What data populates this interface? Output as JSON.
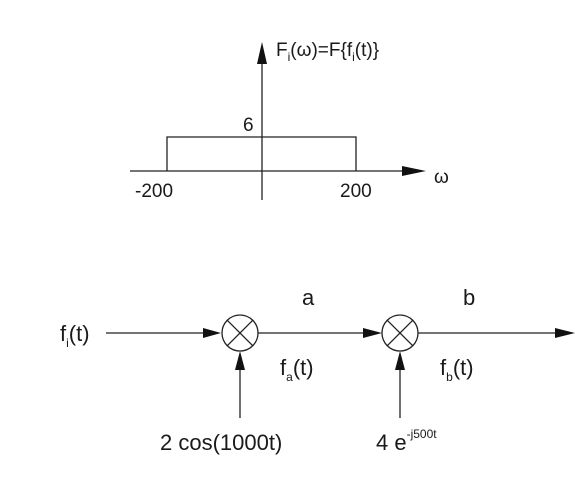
{
  "spectrum": {
    "axis_label_prefix": "F",
    "axis_label_sub": "i",
    "axis_label_mid": "(ω)=F{f",
    "axis_label_sub2": "i",
    "axis_label_end": "(t)}",
    "amplitude_label": "6",
    "left_limit_label": "-200",
    "right_limit_label": "200",
    "omega_label": "ω",
    "chart_data": {
      "type": "rect",
      "amplitude": 6,
      "omega_min": -200,
      "omega_max": 200
    }
  },
  "system": {
    "input_prefix": "f",
    "input_sub": "i",
    "input_suffix": "(t)",
    "point_a": "a",
    "point_b": "b",
    "fa_prefix": "f",
    "fa_sub": "a",
    "fa_suffix": "(t)",
    "fb_prefix": "f",
    "fb_sub": "b",
    "fb_suffix": "(t)",
    "carrier1": "2 cos(1000t)",
    "carrier2_base": "4 e",
    "carrier2_exp": "-j500t"
  }
}
